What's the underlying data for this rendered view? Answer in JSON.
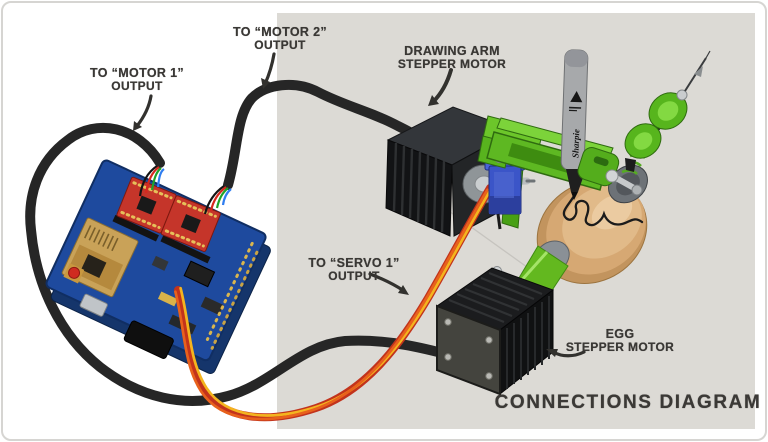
{
  "diagram": {
    "title": "CONNECTIONS DIAGRAM",
    "labels": {
      "motor1_output": {
        "line1": "TO “MOTOR 1”",
        "line2": "OUTPUT"
      },
      "motor2_output": {
        "line1": "TO “MOTOR 2”",
        "line2": "OUTPUT"
      },
      "drawing_arm_motor": {
        "line1": "DRAWING ARM",
        "line2": "STEPPER MOTOR"
      },
      "servo1_output": {
        "line1": "TO “SERVO 1”",
        "line2": "OUTPUT"
      },
      "egg_motor": {
        "line1": "EGG",
        "line2": "STEPPER MOTOR"
      }
    },
    "pen_brand": "Sharpie",
    "components": [
      "controller-board",
      "stepper-driver-1",
      "stepper-driver-2",
      "motor-1-cable",
      "motor-2-cable",
      "servo-1-wire",
      "drawing-arm-stepper-motor",
      "egg-stepper-motor",
      "servo",
      "pen-arm",
      "sharpie-pen",
      "egg",
      "egg-coupler",
      "tailstock-pulleys"
    ],
    "colors": {
      "background": "#ffffff",
      "panel": "#dcdad5",
      "label_text": "#3a3835",
      "cable_black": "#262626",
      "pcb_blue": "#1e4a9e",
      "driver_red": "#c5352a",
      "arm_green": "#5eb822",
      "servo_blue": "#3b55c8",
      "egg_tan": "#d6a873",
      "servo_wire_red": "#c2331c",
      "servo_wire_yellow": "#f4b41e",
      "servo_wire_orange": "#e8611c"
    }
  }
}
